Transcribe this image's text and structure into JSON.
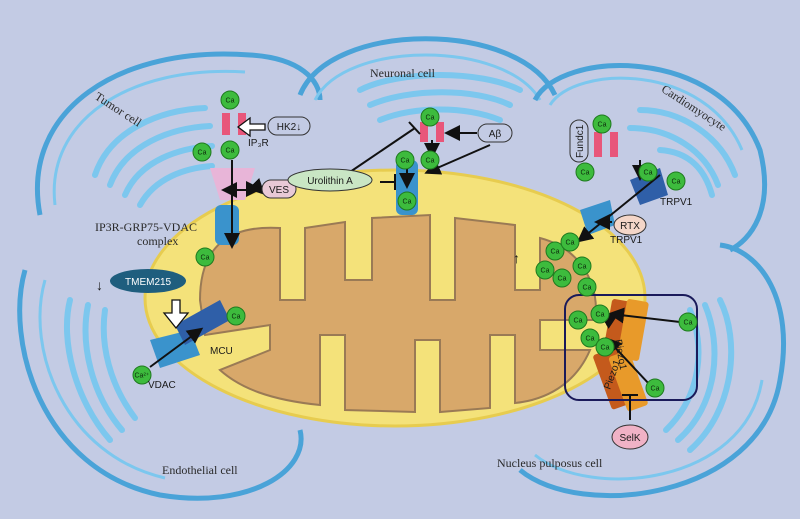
{
  "colors": {
    "background": "#c3cbe4",
    "cell_membrane": "#4aa3d8",
    "er_stack": "#7cc7ee",
    "mito_outer": "#f4e27a",
    "mito_matrix": "#d8a86a",
    "calcium": "#3dbb3d",
    "pill": "#c9e6c4",
    "ves": "#f2c9d8",
    "selk": "#f0b2c6"
  },
  "cells": {
    "tumor": "Tumor cell",
    "neuronal": "Neuronal cell",
    "cardiomyocyte": "Cardiomyocyte",
    "endothelial": "Endothelial cell",
    "nucleus_pulposus": "Nucleus pulposus cell"
  },
  "labels": {
    "ca": "Ca",
    "ca_plus": "Ca²⁺",
    "hk2": "HK2↓",
    "ip3r": "IP₃R",
    "ves": "VES",
    "complex_line1": "IP3R-GRP75-VDAC",
    "complex_line2": "complex",
    "abeta": "Aβ",
    "urolithin": "Urolithin A",
    "fundc1": "Fundc1",
    "trpv1_top": "TRPV1",
    "trpv1_bottom": "TRPV1",
    "rtx": "RTX",
    "tmem215": "TMEM215",
    "mcu": "MCU",
    "vdac": "VDAC",
    "piezo1_top": "Piezo1",
    "piezo1_bottom": "Piezo1",
    "selk": "SelK",
    "down_arrow": "↓",
    "up_arrow": "↑"
  }
}
